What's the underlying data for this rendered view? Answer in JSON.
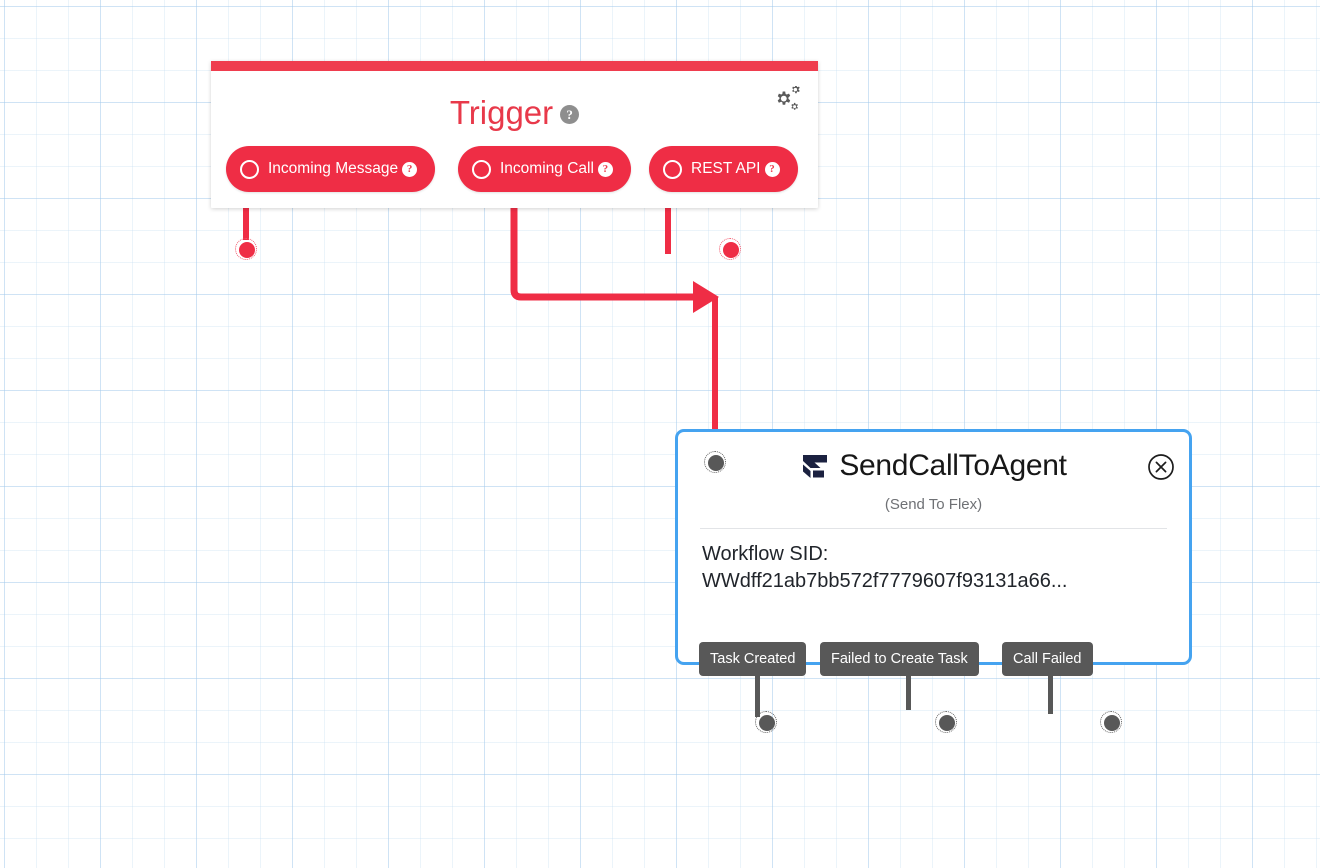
{
  "canvas": {
    "grid_minor_color": "#bedaf0",
    "grid_major_color": "#a0c8eb",
    "background": "#ffffff"
  },
  "trigger_panel": {
    "title": "Trigger",
    "title_color": "#e8394a",
    "accent_bar_color": "#ef3d4e",
    "help_icon": "help-circle-icon",
    "help_glyph": "?",
    "settings_icon": "gears-icon",
    "triggers": [
      {
        "label": "Incoming Message",
        "help_glyph": "?",
        "icon": "output-ring-icon"
      },
      {
        "label": "Incoming Call",
        "help_glyph": "?",
        "icon": "output-ring-icon"
      },
      {
        "label": "REST API",
        "help_glyph": "?",
        "icon": "output-ring-icon"
      }
    ]
  },
  "widget": {
    "title": "SendCallToAgent",
    "subtitle": "(Send To Flex)",
    "logo_icon": "twilio-flex-logo-icon",
    "logo_color": "#1b2140",
    "close_icon": "close-circle-icon",
    "border_color": "#45a3f0",
    "fields": {
      "workflow_sid_label": "Workflow SID:",
      "workflow_sid_value": "WWdff21ab7bb572f7779607f93131a66..."
    },
    "outputs": [
      {
        "label": "Task Created"
      },
      {
        "label": "Failed to Create Task"
      },
      {
        "label": "Call Failed"
      }
    ]
  },
  "connectors": {
    "line_color": "#ef2d45",
    "dot_red_color": "#ef2d45",
    "dot_grey_color": "#585858"
  }
}
